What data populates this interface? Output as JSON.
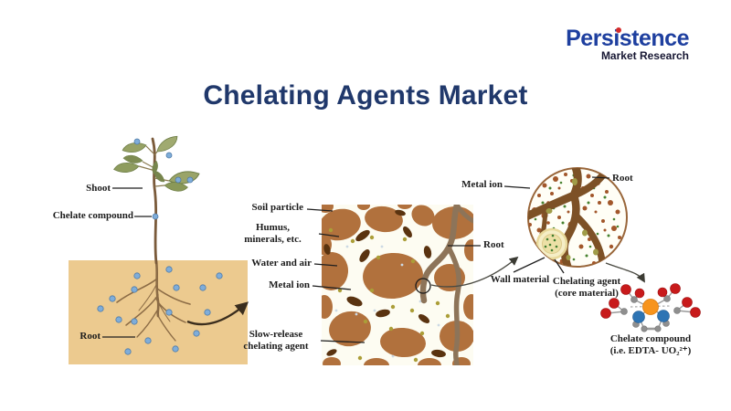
{
  "logo": {
    "brand": "Persistence",
    "tagline": "Market Research"
  },
  "title": "Chelating Agents Market",
  "plant_diagram": {
    "shoot_label": "Shoot",
    "chelate_compound_label": "Chelate compound",
    "root_label": "Root"
  },
  "soil_diagram": {
    "soil_particle_label": "Soil particle",
    "humus_label_line1": "Humus,",
    "humus_label_line2": "minerals, etc.",
    "water_air_label": "Water and air",
    "metal_ion_label": "Metal ion",
    "slow_release_label_line1": "Slow-release",
    "slow_release_label_line2": "chelating agent",
    "root_label": "Root"
  },
  "magnified_diagram": {
    "metal_ion_label": "Metal ion",
    "root_label": "Root",
    "wall_material_label": "Wall material",
    "chelating_agent_label_line1": "Chelating agent",
    "chelating_agent_label_line2": "(core material)",
    "chelate_compound_label_line1": "Chelate compound",
    "chelate_compound_label_line2": "(i.e. EDTA- UO₂²⁺)"
  },
  "colors": {
    "title": "#20386b",
    "brand_blue": "#1e3f9f",
    "brand_dark": "#171733",
    "brand_red": "#d42a2a",
    "soil_tan": "#ecca8f",
    "soil_particle_brown": "#b1713d",
    "humus_dark": "#5a3310",
    "root_brown": "#7d5126",
    "chelate_dot_blue": "#7fadd9",
    "capsule_yellow": "#f5eec6",
    "molecule_red": "#c81a1b",
    "molecule_orange": "#f7941d",
    "molecule_blue": "#2d74b4"
  }
}
